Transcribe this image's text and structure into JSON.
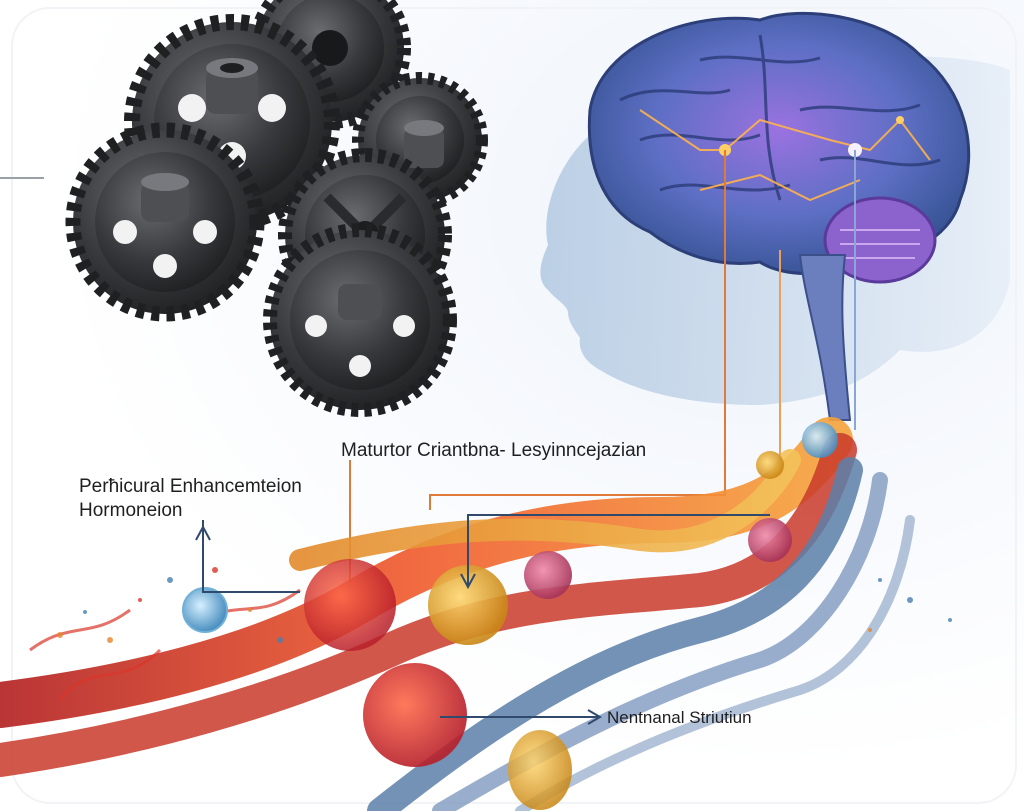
{
  "labels": {
    "center": "Maturtor Criantbna- Lesyinncejazian",
    "left_line1": "Perħicural Enhancemteion",
    "left_line2": "Hormoneion",
    "bottom_right": "Nentnanal Striutiun"
  },
  "colors": {
    "background": "#ffffff",
    "gears": "#3a3b3e",
    "brain_blue": "#4a6fb0",
    "brain_purple": "#8e5bd6",
    "neural_orange": "#ff8a2a",
    "vessel_red": "#d8362a",
    "vessel_blue": "#5a7fa8",
    "callout_line_orange": "#e07a3a",
    "callout_line_navy": "#2f4a6d"
  },
  "icons": [
    "gear-cluster",
    "brain",
    "head-silhouette",
    "neuron-cell",
    "vessel-network"
  ]
}
